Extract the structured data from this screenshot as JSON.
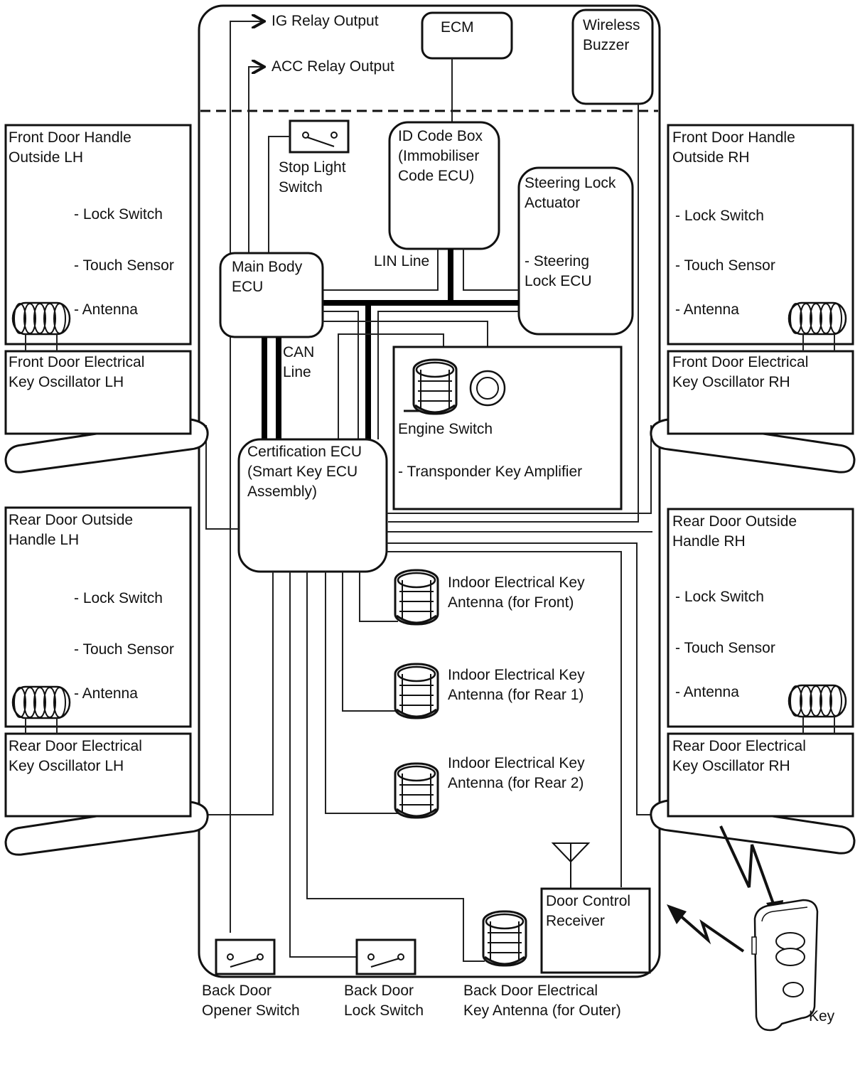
{
  "title": "Smart Key System Diagram",
  "top": {
    "ig_relay": "IG Relay Output",
    "acc_relay": "ACC Relay Output",
    "ecm": "ECM",
    "wireless_buzzer": [
      "Wireless",
      "Buzzer"
    ]
  },
  "center": {
    "stop_light_switch": [
      "Stop Light",
      "Switch"
    ],
    "id_code_box": [
      "ID Code Box",
      "(Immobiliser",
      "Code ECU)"
    ],
    "steering_lock": [
      "Steering Lock",
      "Actuator",
      "",
      "- Steering",
      "Lock ECU"
    ],
    "main_body_ecu": [
      "Main Body",
      "ECU"
    ],
    "lin_line": "LIN Line",
    "can_line": [
      "CAN",
      "Line"
    ],
    "certification_ecu": [
      "Certification ECU",
      "(Smart Key ECU",
      "Assembly)"
    ],
    "engine_switch": "Engine Switch",
    "transponder": "- Transponder Key Amplifier",
    "indoor_front": [
      "Indoor Electrical Key",
      "Antenna (for Front)"
    ],
    "indoor_rear1": [
      "Indoor Electrical Key",
      "Antenna (for Rear 1)"
    ],
    "indoor_rear2": [
      "Indoor Electrical Key",
      "Antenna (for Rear 2)"
    ],
    "door_control_receiver": [
      "Door Control",
      "Receiver"
    ]
  },
  "doors": {
    "front_lh": {
      "title": [
        "Front Door Handle",
        "Outside LH"
      ],
      "oscillator": [
        "Front Door Electrical",
        "Key Oscillator LH"
      ]
    },
    "front_rh": {
      "title": [
        "Front Door Handle",
        "Outside RH"
      ],
      "oscillator": [
        "Front Door Electrical",
        "Key Oscillator RH"
      ]
    },
    "rear_lh": {
      "title": [
        "Rear Door Outside",
        "Handle LH"
      ],
      "oscillator": [
        "Rear Door Electrical",
        "Key Oscillator LH"
      ]
    },
    "rear_rh": {
      "title": [
        "Rear Door Outside",
        "Handle RH"
      ],
      "oscillator": [
        "Rear Door Electrical",
        "Key Oscillator RH"
      ]
    },
    "items": [
      "- Lock Switch",
      "- Touch Sensor",
      "- Antenna"
    ]
  },
  "bottom": {
    "back_door_opener": [
      "Back Door",
      "Opener Switch"
    ],
    "back_door_lock": [
      "Back Door",
      "Lock Switch"
    ],
    "back_door_antenna": [
      "Back Door Electrical",
      "Key Antenna (for Outer)"
    ]
  },
  "key": {
    "label": "Key"
  }
}
